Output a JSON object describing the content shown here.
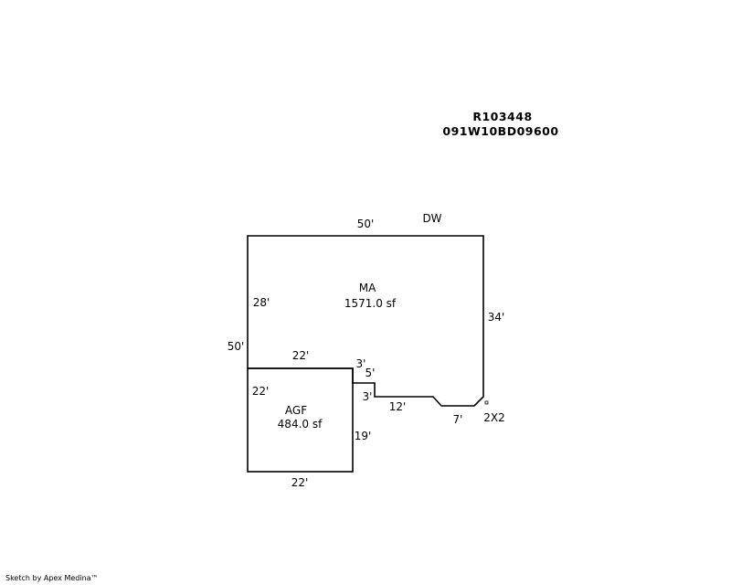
{
  "header": {
    "parcel_id": "R103448",
    "map_number": "091W10BD09600"
  },
  "areas": {
    "main": {
      "code": "MA",
      "area": "1571.0 sf"
    },
    "garage": {
      "code": "AGF",
      "area": "484.0 sf"
    }
  },
  "dimensions": {
    "top": "50'",
    "top_note": "DW",
    "left_outer": "50'",
    "left_upper": "28'",
    "right": "34'",
    "garage_top": "22'",
    "garage_left": "22'",
    "garage_bottom": "22'",
    "garage_right": "19'",
    "step_top": "3'",
    "step_side": "5'",
    "step_mid": "3'",
    "bottom_run": "12'",
    "bottom_short": "7'",
    "corner_note": "2X2"
  },
  "footer": {
    "credit": "Sketch by Apex Medina™"
  }
}
